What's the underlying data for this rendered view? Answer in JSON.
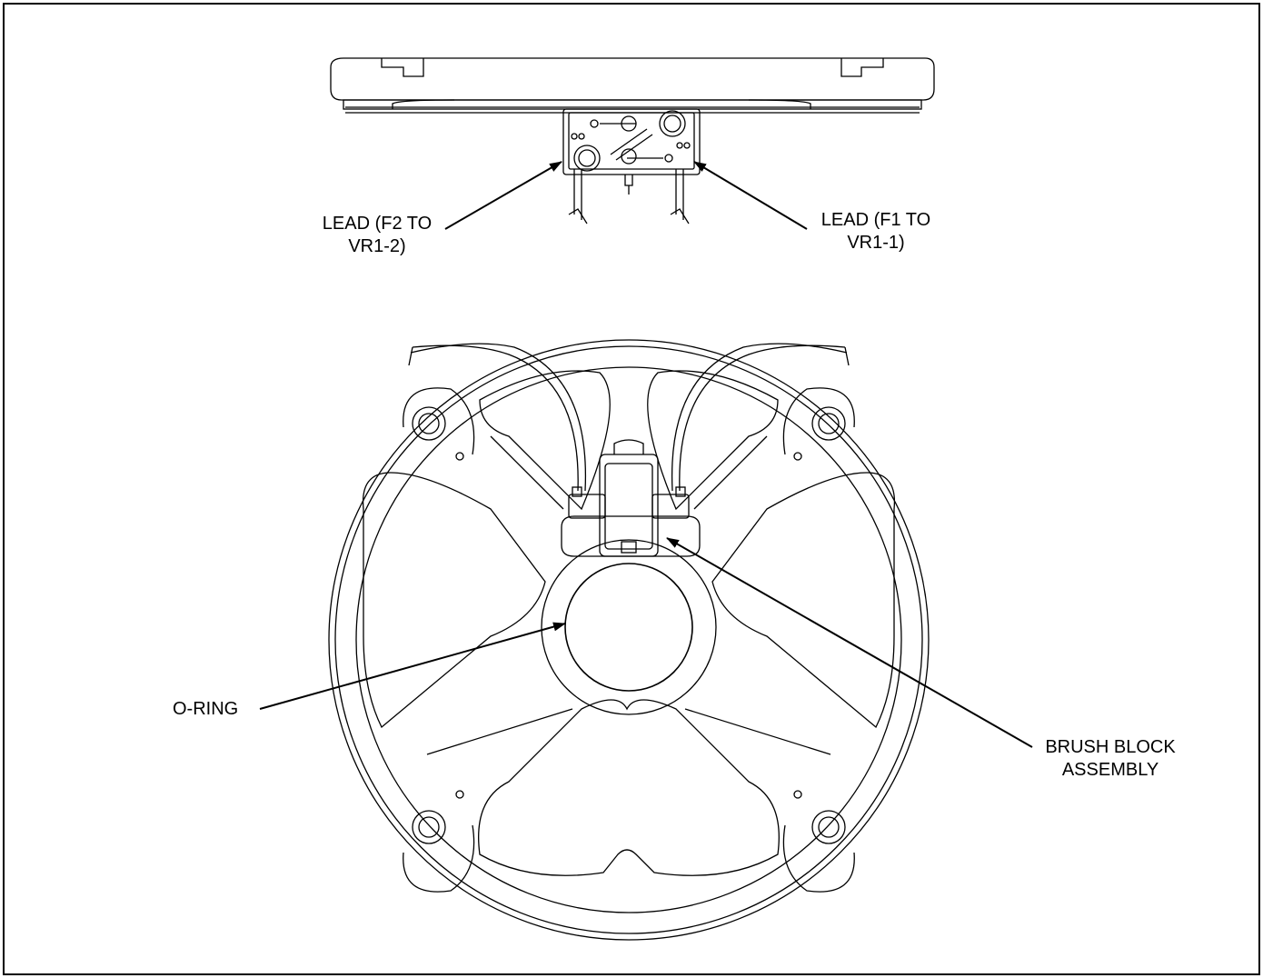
{
  "labels": {
    "lead_f2": {
      "line1": "LEAD (F2 TO",
      "line2": "VR1-2)"
    },
    "lead_f1": {
      "line1": "LEAD (F1 TO",
      "line2": "VR1-1)"
    },
    "o_ring": "O-RING",
    "brush_block": {
      "line1": "BRUSH BLOCK",
      "line2": "ASSEMBLY"
    }
  }
}
